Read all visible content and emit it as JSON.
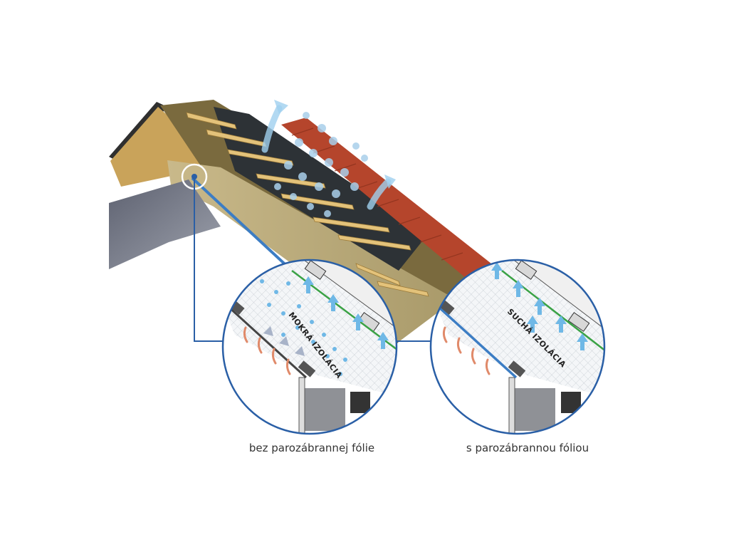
{
  "diagram": {
    "left_detail": {
      "inner_label": "MOKRÁ IZOLÁCIA",
      "caption": "bez parozábrannej fólie"
    },
    "right_detail": {
      "inner_label": "SUCHÁ IZOLÁCIA",
      "caption": "s parozábrannou fóliou"
    },
    "colors": {
      "frame_blue": "#2a5fa6",
      "vapor_blue": "#8fc9ec",
      "tile_red": "#b5452c",
      "timber": "#d9b86a",
      "membrane_green": "#3aa245",
      "ceiling_gray": "#7d818e"
    }
  }
}
